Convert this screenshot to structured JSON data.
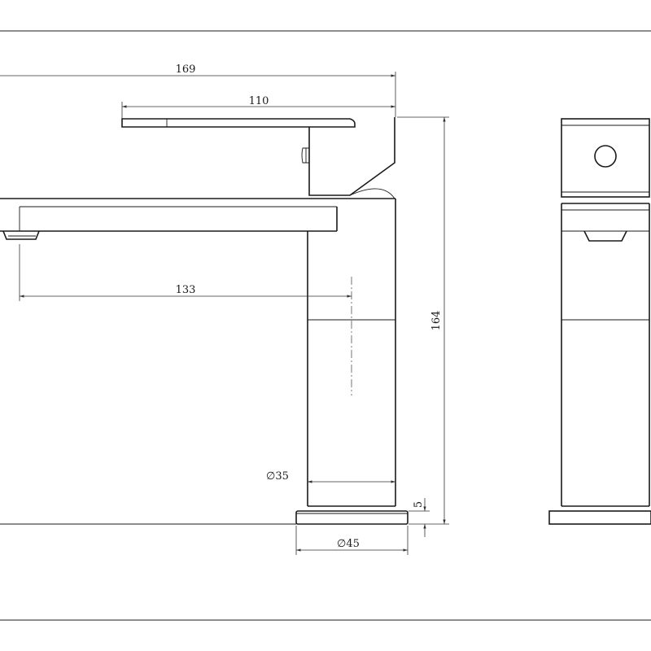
{
  "drawing": {
    "subject": "basin mixer tap technical drawing",
    "colors": {
      "line": "#1a1a1a",
      "background": "#ffffff"
    },
    "dimensions": {
      "overall_reach": "169",
      "lever_length": "110",
      "spout_reach": "133",
      "overall_height": "164",
      "body_diameter": "35",
      "base_diameter": "45",
      "base_height": "5"
    },
    "diameter_symbol": "∅"
  }
}
